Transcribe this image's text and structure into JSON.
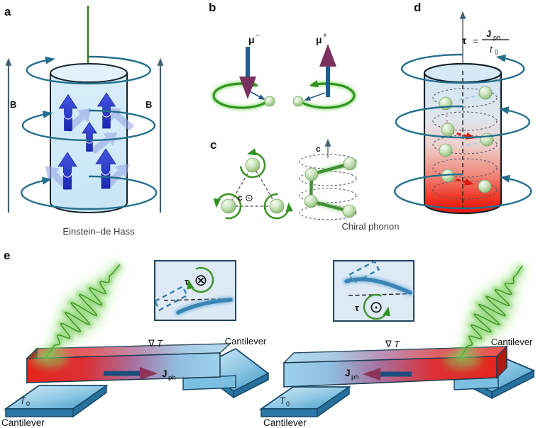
{
  "panels": {
    "a": "a",
    "b": "b",
    "c": "c",
    "d": "d",
    "e": "e"
  },
  "panel_a": {
    "b_field_left": "B",
    "b_field_right": "B",
    "caption": "Einstein–de Hass"
  },
  "panel_b": {
    "mu_minus_base": "μ",
    "mu_minus_sup": "−",
    "mu_plus_base": "μ",
    "mu_plus_sup": "+"
  },
  "panel_c": {
    "axis_base": "c",
    "axis_symbol": "⊙",
    "helix_axis": "c",
    "caption": "Chiral phonon"
  },
  "panel_d": {
    "formula_tau": "τ",
    "formula_equals": "=",
    "numerator_base": "J",
    "numerator_sub": "ph",
    "denominator_base": "t",
    "denominator_sub": "0"
  },
  "panel_e": {
    "inset_left_tau": "τ",
    "inset_left_symbol": "⊗",
    "inset_right_tau": "τ",
    "inset_right_symbol": "⊙",
    "left": {
      "nabla": "∇",
      "grad_t": "T",
      "j_base": "J",
      "j_sub": "ph",
      "t_base": "T",
      "t_sub": "0",
      "cantilever_support": "Cantilever",
      "cantilever_base": "Cantilever"
    },
    "right": {
      "nabla": "∇",
      "grad_t": "T",
      "j_base": "J",
      "j_sub": "ph",
      "t_base": "T",
      "t_sub": "0",
      "cantilever_support": "Cantilever",
      "cantilever_base": "Cantilever"
    }
  },
  "colors": {
    "rotation_teal": "#256f8d",
    "spin_blue": "#2635cb",
    "laser_green": "#3f8f1f",
    "hot_red": "#e7241c",
    "cold_blue": "#9ed2ec",
    "sphere_green": "#a3cb90",
    "torque_purple": "#7a3160"
  }
}
